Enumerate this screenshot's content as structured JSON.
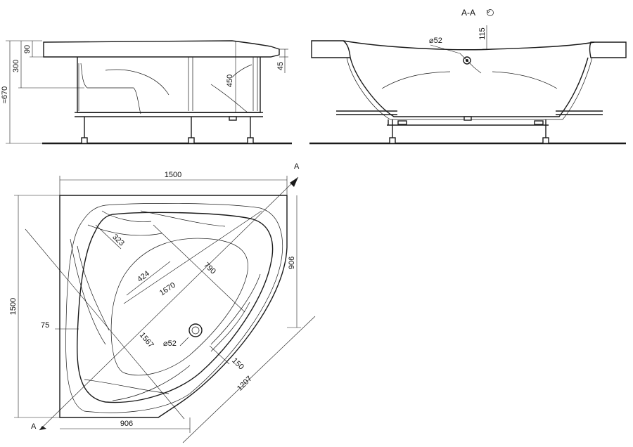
{
  "section_label": "A-A",
  "cut_marker": "A",
  "side_view": {
    "total_height": "≈670",
    "rim_height": "90",
    "panel_height": "300",
    "inner_depth": "450",
    "rim_step": "45"
  },
  "section_view": {
    "drain_depth": "115",
    "drain_diameter": "⌀52"
  },
  "plan_view": {
    "width": "1500",
    "length": "1500",
    "front_edge": "906",
    "side_edge": "906",
    "seat_width": "323",
    "seat_depth": "424",
    "basin_width": "790",
    "basin_length": "1670",
    "diagonal": "1567",
    "front_diagonal": "1207",
    "drain_offset": "150",
    "rim_width": "75",
    "drain_diameter": "⌀52"
  },
  "icons": [
    "rotate-view-icon",
    "section-arrow-icon"
  ]
}
